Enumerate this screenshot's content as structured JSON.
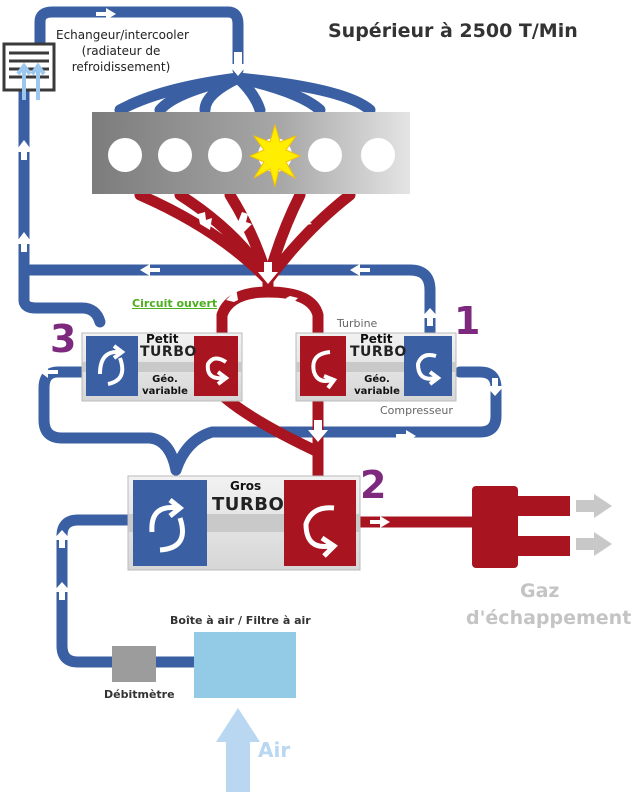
{
  "title": "Supérieur à 2500 T/Min",
  "intercooler": {
    "label": "Echangeur/intercooler (radiateur de refroidissement)"
  },
  "circuit_label": "Circuit  ouvert",
  "turbine_label": "Turbine",
  "compresseur_label": "Compresseur",
  "stage_numbers": [
    "1",
    "2",
    "3"
  ],
  "small_turbo_left": {
    "line1": "Petit",
    "line2": "TURBO",
    "geo": "Géo. variable"
  },
  "small_turbo_right": {
    "line1": "Petit",
    "line2": "TURBO",
    "geo": "Géo. variable"
  },
  "big_turbo": {
    "line1": "Gros",
    "line2": "TURBO"
  },
  "airbox_label": "Boîte à air / Filtre à air",
  "debitmetre_label": "Débitmètre",
  "exhaust": {
    "line1": "Gaz",
    "line2": "d'échappement"
  },
  "air_label": "Air",
  "colors": {
    "intake": "#3a5fa3",
    "exhaust": "#a8141f",
    "engine": "#8c8c8c",
    "airbox": "#93cbe7",
    "arrow": "#ffffff",
    "spark": "#ffee00"
  }
}
